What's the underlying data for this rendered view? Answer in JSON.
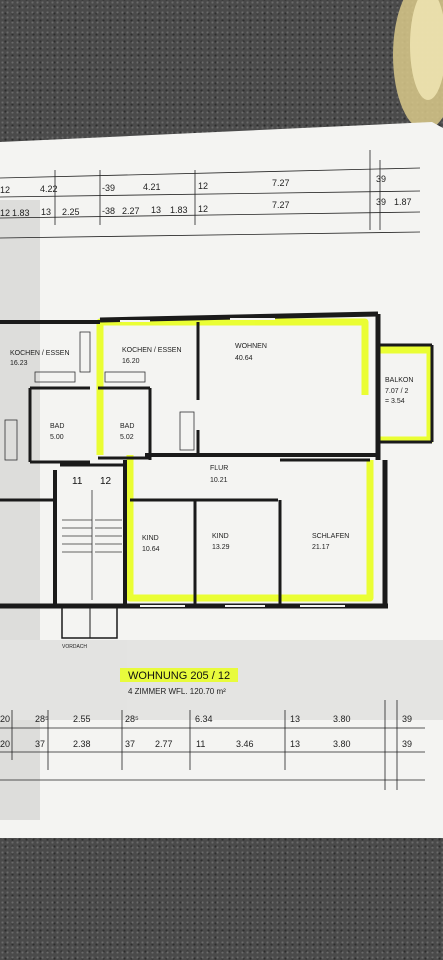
{
  "top_dimensions": {
    "row1": [
      "12",
      "4.22",
      "-39",
      "4.21",
      "12",
      "7.27",
      "39"
    ],
    "row2": [
      "12",
      "1.83",
      "13",
      "2.25",
      "-38",
      "2.27",
      "13",
      "1.83",
      "12",
      "7.27",
      "39",
      "1.87"
    ]
  },
  "rooms": {
    "kochen_essen_left": {
      "name": "KOCHEN / ESSEN",
      "area": "16.23"
    },
    "kochen_essen": {
      "name": "KOCHEN / ESSEN",
      "area": "16.20"
    },
    "wohnen": {
      "name": "WOHNEN",
      "area": "40.64"
    },
    "balkon": {
      "name": "BALKON",
      "area_line1": "7.07 / 2",
      "area_line2": "= 3.54"
    },
    "bad_left": {
      "name": "BAD",
      "area": "5.00"
    },
    "bad": {
      "name": "BAD",
      "area": "5.02"
    },
    "flur": {
      "name": "FLUR",
      "area": "10.21"
    },
    "kind1": {
      "name": "KIND",
      "area": "10.64"
    },
    "kind2": {
      "name": "KIND",
      "area": "13.29"
    },
    "schlafen": {
      "name": "SCHLAFEN",
      "area": "21.17"
    }
  },
  "stair_labels": [
    "11",
    "12"
  ],
  "vordach": "VORDACH",
  "unit": {
    "title": "WOHNUNG  205 / 12",
    "subtitle": "4 ZIMMER   WFL. 120.70 m²"
  },
  "bottom_dimensions": {
    "row1": [
      "20",
      "28⁵",
      "2.55",
      "28⁵",
      "6.34",
      "13",
      "3.80",
      "39"
    ],
    "row2": [
      "20",
      "37",
      "2.38",
      "37",
      "2.77",
      "11",
      "3.46",
      "13",
      "3.80",
      "39"
    ]
  },
  "colors": {
    "highlight": "#e9ff1f",
    "wall": "#1a1a1a",
    "paper": "#f4f4f2"
  }
}
